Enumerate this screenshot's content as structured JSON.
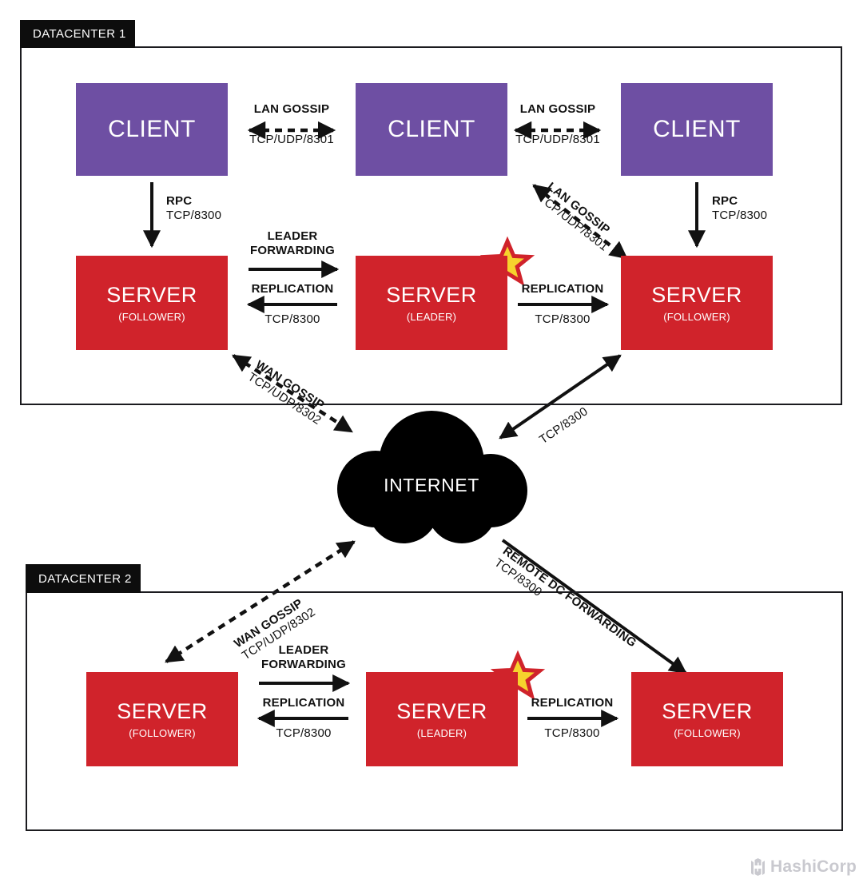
{
  "diagram": {
    "title": "Consul Datacenter Architecture",
    "colors": {
      "client": "#6e4fa3",
      "server": "#d0232b",
      "frame": "#1b1b1f",
      "tab_bg": "#0d0d0d",
      "cloud": "#000000",
      "star_fill": "#f6d32d",
      "star_stroke": "#d0232b",
      "brand": "#c9c9cf"
    }
  },
  "datacenters": [
    {
      "tab_label": "DATACENTER 1",
      "clients": [
        {
          "label": "CLIENT"
        },
        {
          "label": "CLIENT"
        },
        {
          "label": "CLIENT"
        }
      ],
      "servers": [
        {
          "label": "SERVER",
          "role": "(FOLLOWER)",
          "leader": false
        },
        {
          "label": "SERVER",
          "role": "(LEADER)",
          "leader": true
        },
        {
          "label": "SERVER",
          "role": "(FOLLOWER)",
          "leader": false
        }
      ]
    },
    {
      "tab_label": "DATACENTER 2",
      "clients": [],
      "servers": [
        {
          "label": "SERVER",
          "role": "(FOLLOWER)",
          "leader": false
        },
        {
          "label": "SERVER",
          "role": "(LEADER)",
          "leader": true
        },
        {
          "label": "SERVER",
          "role": "(FOLLOWER)",
          "leader": false
        }
      ]
    }
  ],
  "cloud": {
    "label": "INTERNET"
  },
  "edges": {
    "dc1_lan_gossip_left": {
      "name": "LAN GOSSIP",
      "port": "TCP/UDP/8301"
    },
    "dc1_lan_gossip_right": {
      "name": "LAN GOSSIP",
      "port": "TCP/UDP/8301"
    },
    "dc1_lan_gossip_diag": {
      "name": "LAN GOSSIP",
      "port": "TCP/UDP/8301"
    },
    "dc1_rpc_left": {
      "name": "RPC",
      "port": "TCP/8300"
    },
    "dc1_rpc_right": {
      "name": "RPC",
      "port": "TCP/8300"
    },
    "dc1_leader_forwarding": {
      "name": "LEADER FORWARDING",
      "name_line1": "LEADER",
      "name_line2": "FORWARDING",
      "port": ""
    },
    "dc1_replication_left": {
      "name": "REPLICATION",
      "port": "TCP/8300"
    },
    "dc1_replication_right": {
      "name": "REPLICATION",
      "port": "TCP/8300"
    },
    "dc1_wan_gossip": {
      "name": "WAN GOSSIP",
      "port": "TCP/UDP/8302"
    },
    "dc1_internet_rpc": {
      "name": "",
      "port": "TCP/8300"
    },
    "dc2_wan_gossip": {
      "name": "WAN GOSSIP",
      "port": "TCP/UDP/8302"
    },
    "dc2_remote_forwarding": {
      "name": "REMOTE DC FORWARDING",
      "port": "TCP/8300"
    },
    "dc2_leader_forwarding": {
      "name": "LEADER FORWARDING",
      "name_line1": "LEADER",
      "name_line2": "FORWARDING",
      "port": ""
    },
    "dc2_replication_left": {
      "name": "REPLICATION",
      "port": "TCP/8300"
    },
    "dc2_replication_right": {
      "name": "REPLICATION",
      "port": "TCP/8300"
    }
  },
  "brand": {
    "name": "HashiCorp"
  }
}
